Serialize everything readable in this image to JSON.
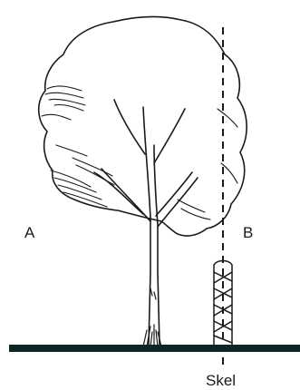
{
  "labels": {
    "left": "A",
    "right": "B",
    "bottom": "Skel"
  },
  "colors": {
    "ink": "#1a1a1a",
    "ground": "#0f2424",
    "background": "#ffffff"
  }
}
